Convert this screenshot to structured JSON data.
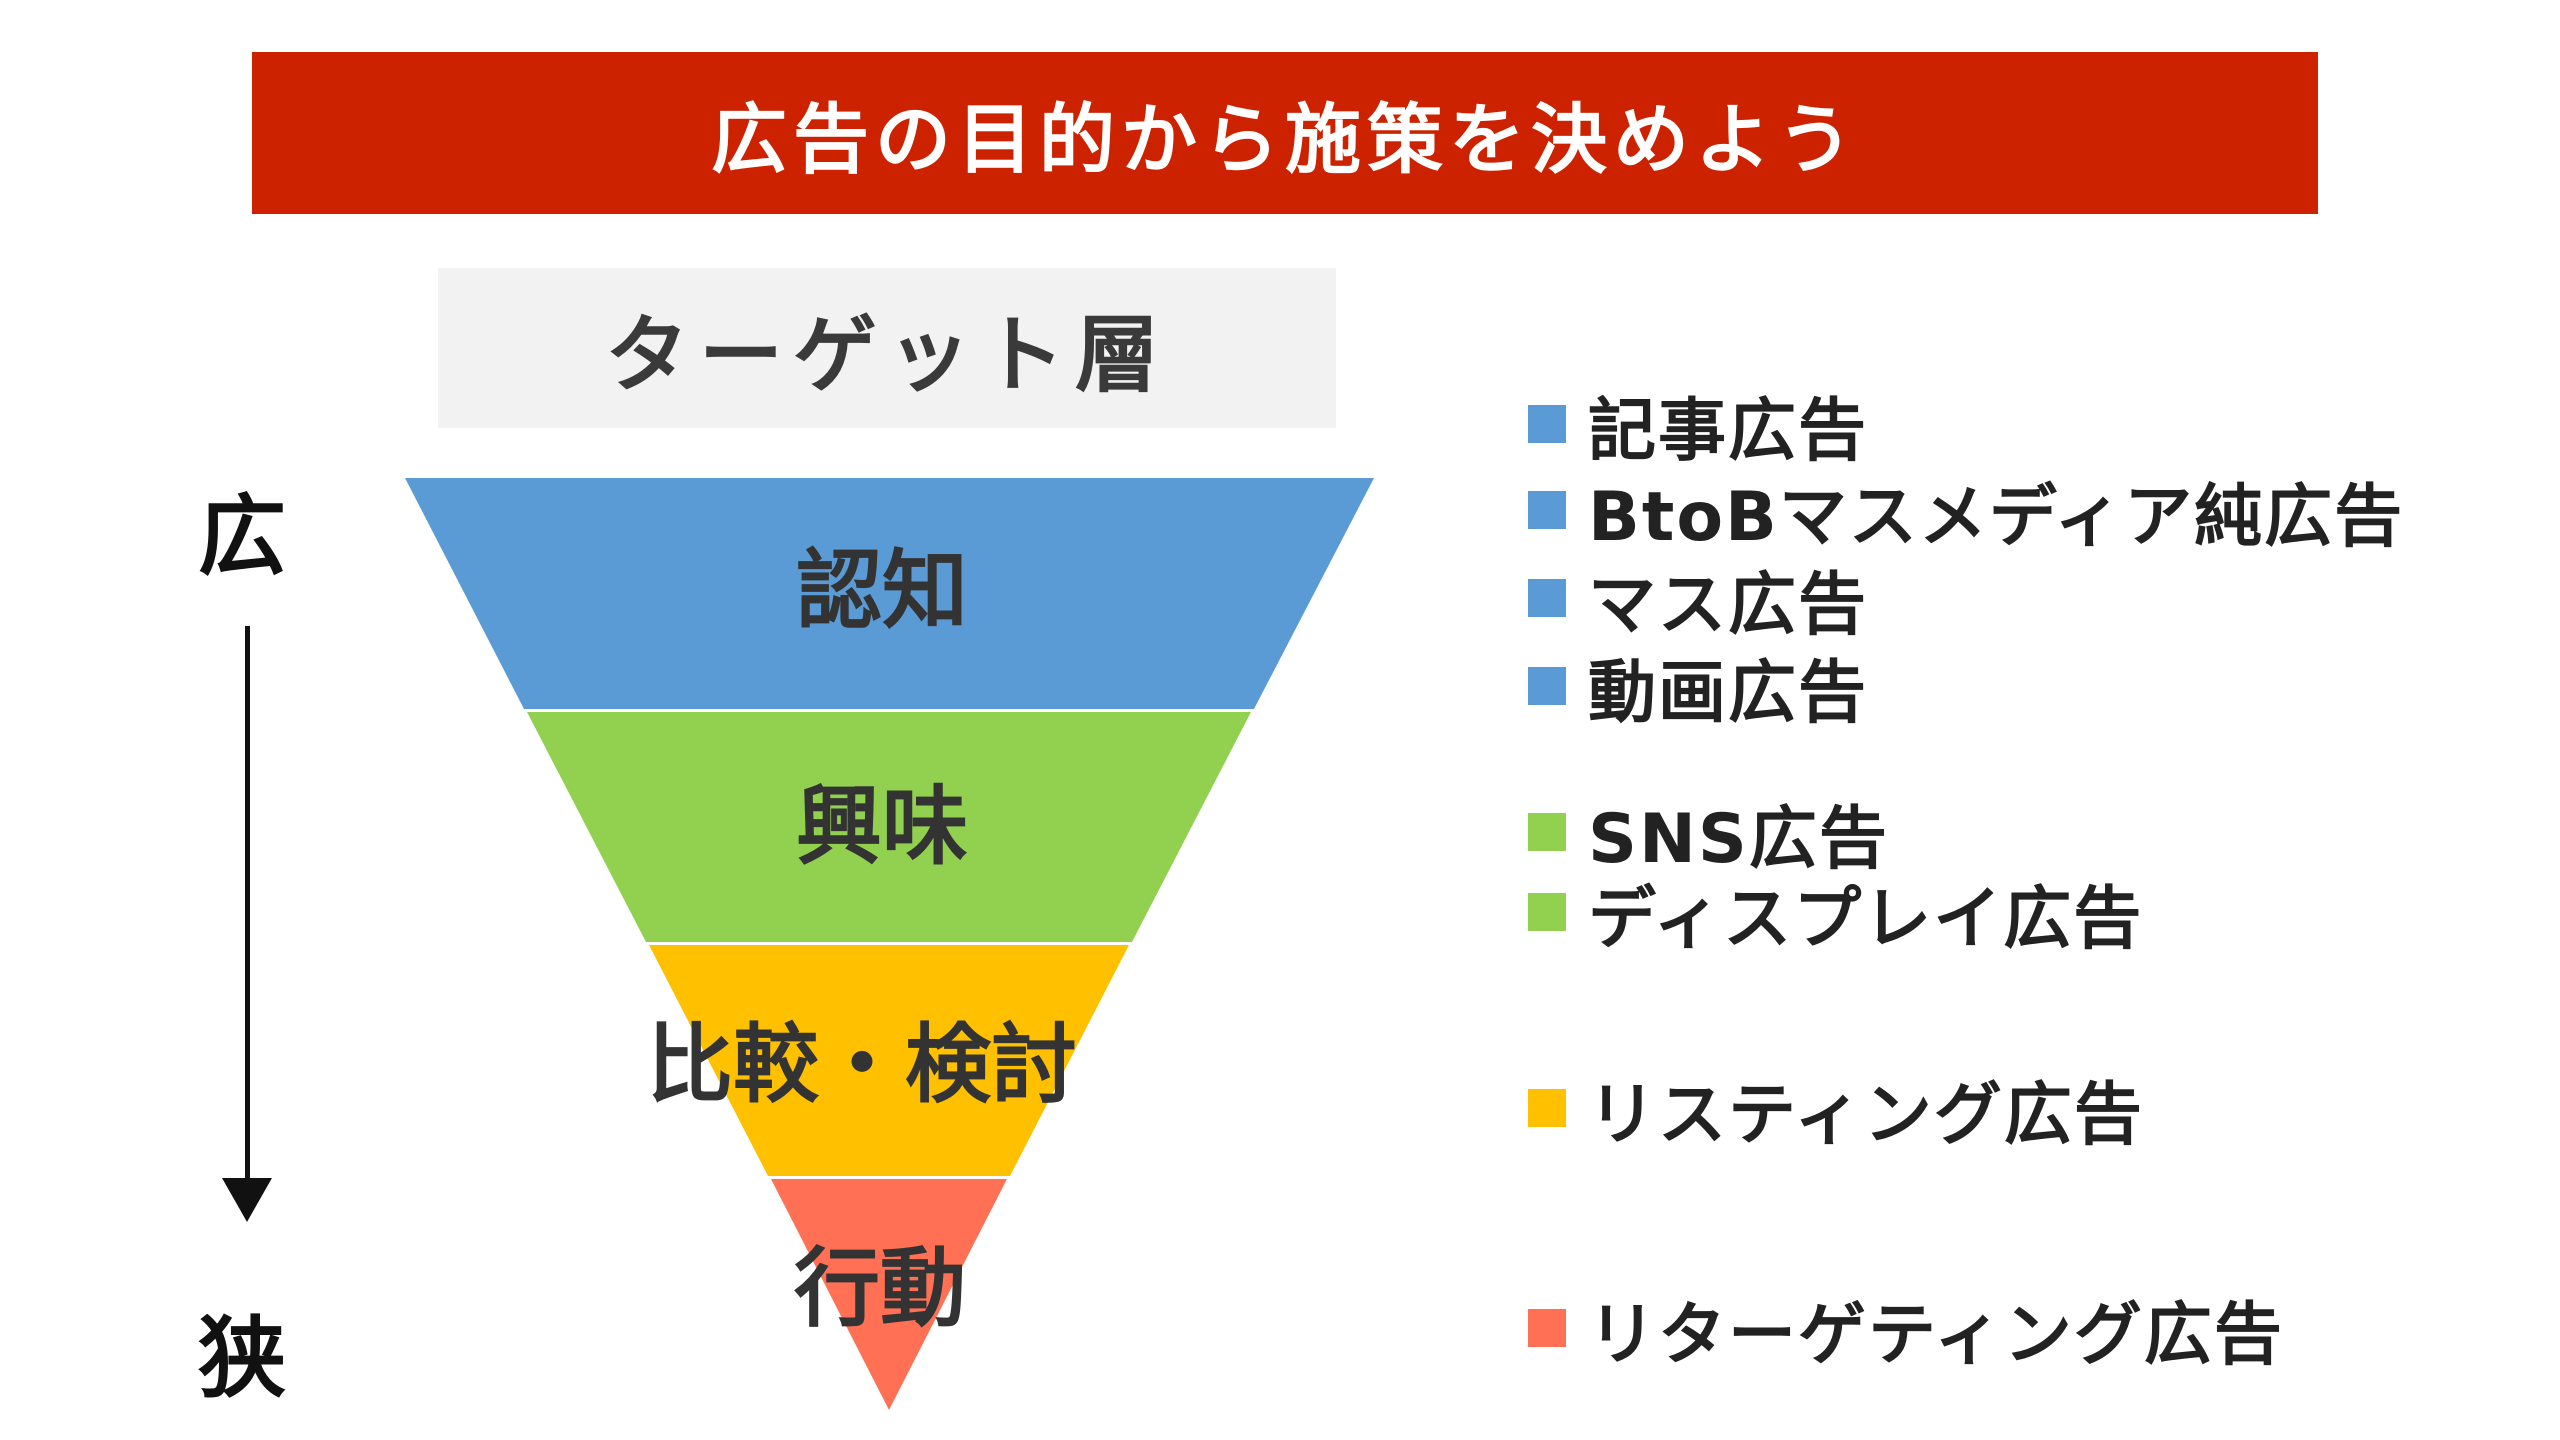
{
  "title": "広告の目的から施策を決めよう",
  "target_header": "ターゲット層",
  "axis": {
    "top_label": "広",
    "bottom_label": "狭"
  },
  "funnel": [
    {
      "label": "認知",
      "color": "#5b9bd5"
    },
    {
      "label": "興味",
      "color": "#92d050"
    },
    {
      "label": "比較・検討",
      "color": "#ffc000"
    },
    {
      "label": "行動",
      "color": "#ff7055"
    }
  ],
  "legend": [
    {
      "label": "記事広告",
      "color": "#5b9bd5"
    },
    {
      "label": "BtoBマスメディア純広告",
      "color": "#5b9bd5"
    },
    {
      "label": "マス広告",
      "color": "#5b9bd5"
    },
    {
      "label": "動画広告",
      "color": "#5b9bd5"
    },
    {
      "label": "SNS広告",
      "color": "#92d050"
    },
    {
      "label": "ディスプレイ広告",
      "color": "#92d050"
    },
    {
      "label": "リスティング広告",
      "color": "#ffc000"
    },
    {
      "label": "リターゲティング広告",
      "color": "#ff7055"
    }
  ],
  "colors": {
    "banner": "#cc2200",
    "target_box": "#f2f2f2"
  }
}
